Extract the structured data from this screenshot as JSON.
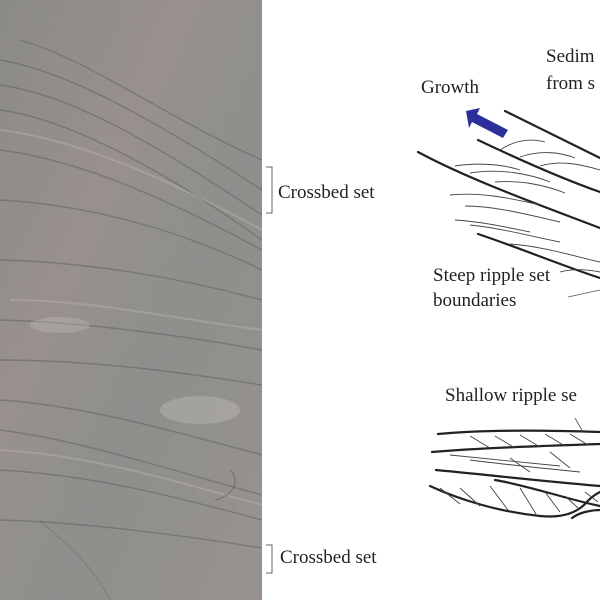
{
  "labels": {
    "crossbed_upper": "Crossbed set",
    "crossbed_lower": "Crossbed set",
    "growth": "Growth",
    "sediment_line1": "Sedim",
    "sediment_line2": "from s",
    "steep_line1": "Steep ripple set",
    "steep_line2": "boundaries",
    "shallow": "Shallow ripple se"
  },
  "colors": {
    "arrow": "#2c2f9a",
    "ink": "#222222",
    "rock_base": "#8f8f8c",
    "rock_pink": "#a6938d",
    "rock_dark": "#5f6561"
  }
}
